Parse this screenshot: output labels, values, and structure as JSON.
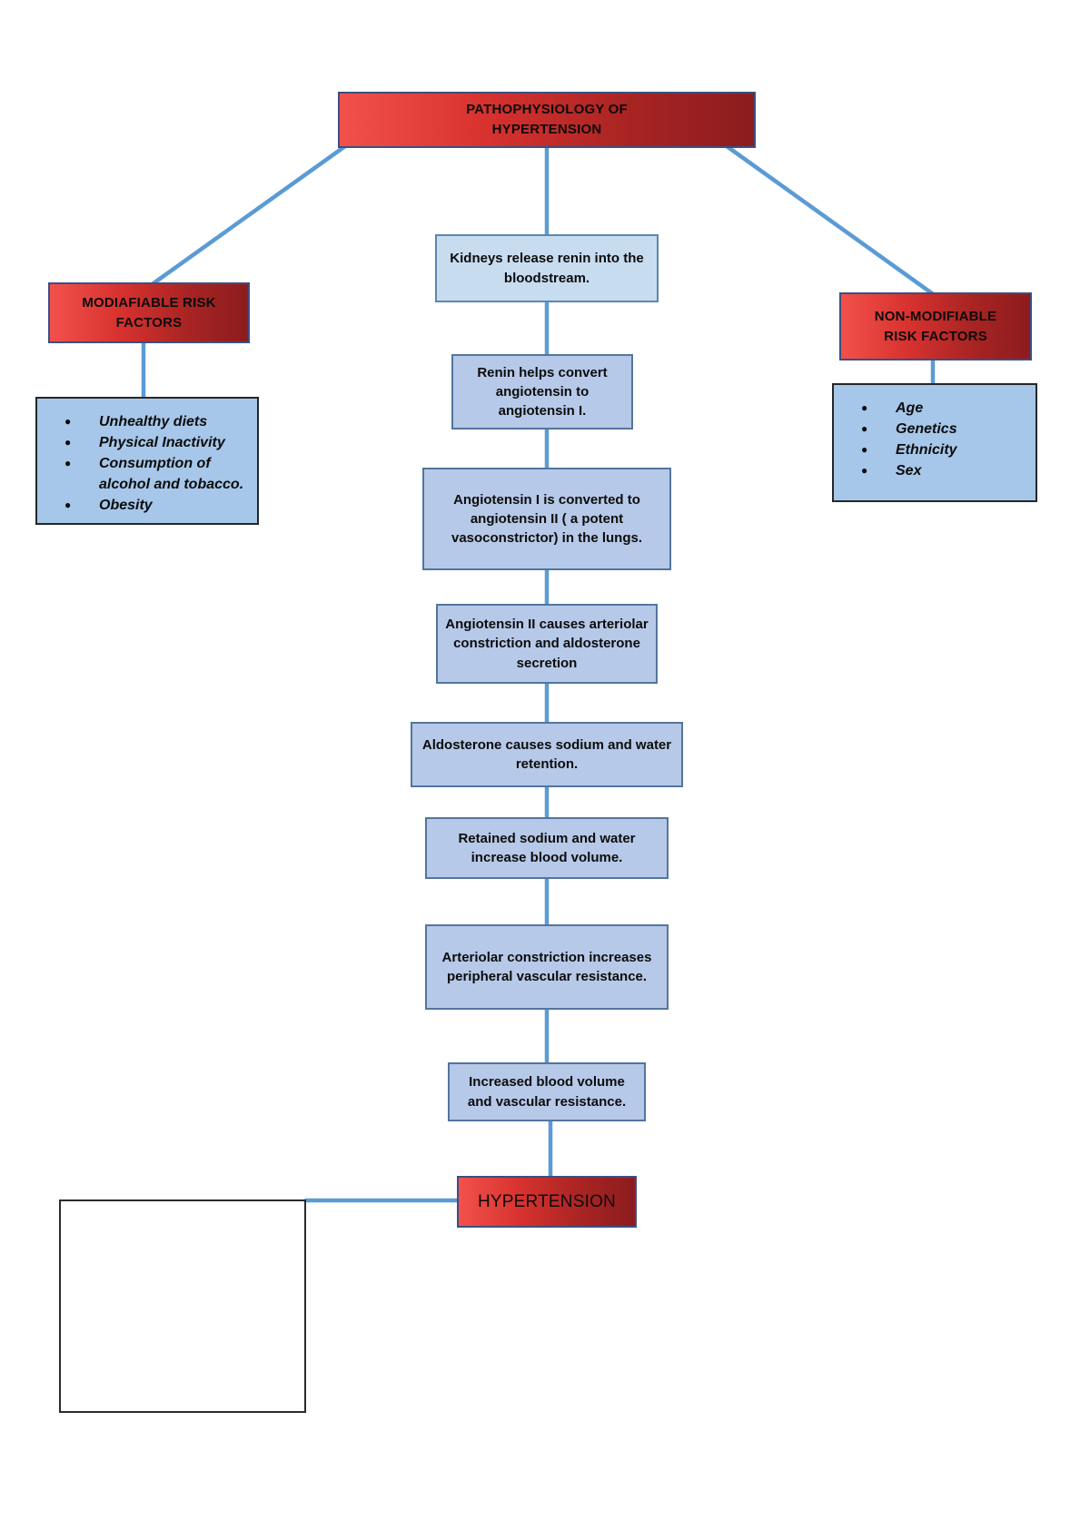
{
  "title_box": {
    "text": "PATHOPHYSIOLOGY OF HYPERTENSION"
  },
  "left_branch": {
    "header": "MODIAFIABLE RISK FACTORS",
    "items": [
      "Unhealthy diets",
      "Physical Inactivity",
      "Consumption of alcohol and tobacco.",
      "Obesity"
    ]
  },
  "right_branch": {
    "header": "NON-MODIFIABLE RISK FACTORS",
    "items": [
      "Age",
      "Genetics",
      "Ethnicity",
      "Sex"
    ]
  },
  "steps": [
    {
      "text": "Kidneys release renin into the bloodstream."
    },
    {
      "text": "Renin helps convert angiotensin to angiotensin I."
    },
    {
      "text": "Angiotensin I is converted to angiotensin II ( a potent vasoconstrictor) in the lungs."
    },
    {
      "text": "Angiotensin II causes arteriolar constriction and aldosterone secretion"
    },
    {
      "text": "Aldosterone causes sodium and water retention."
    },
    {
      "text": "Retained sodium and water increase blood volume."
    },
    {
      "text": "Arteriolar constriction increases peripheral vascular resistance."
    },
    {
      "text": "Increased blood volume and vascular resistance."
    }
  ],
  "outcome": {
    "text": "HYPERTENSION"
  },
  "colors": {
    "connector_blue": "#5b9bd5",
    "red_gradient_light": "#f2514b",
    "red_gradient_dark": "#8c1c1e",
    "red_border_navy": "#3c4f82",
    "step_fill": "#b7c9e8",
    "step_fill_light": "#c8dcf0",
    "step_border": "#53759e",
    "list_fill": "#a6c7e9",
    "list_border": "#262626"
  }
}
